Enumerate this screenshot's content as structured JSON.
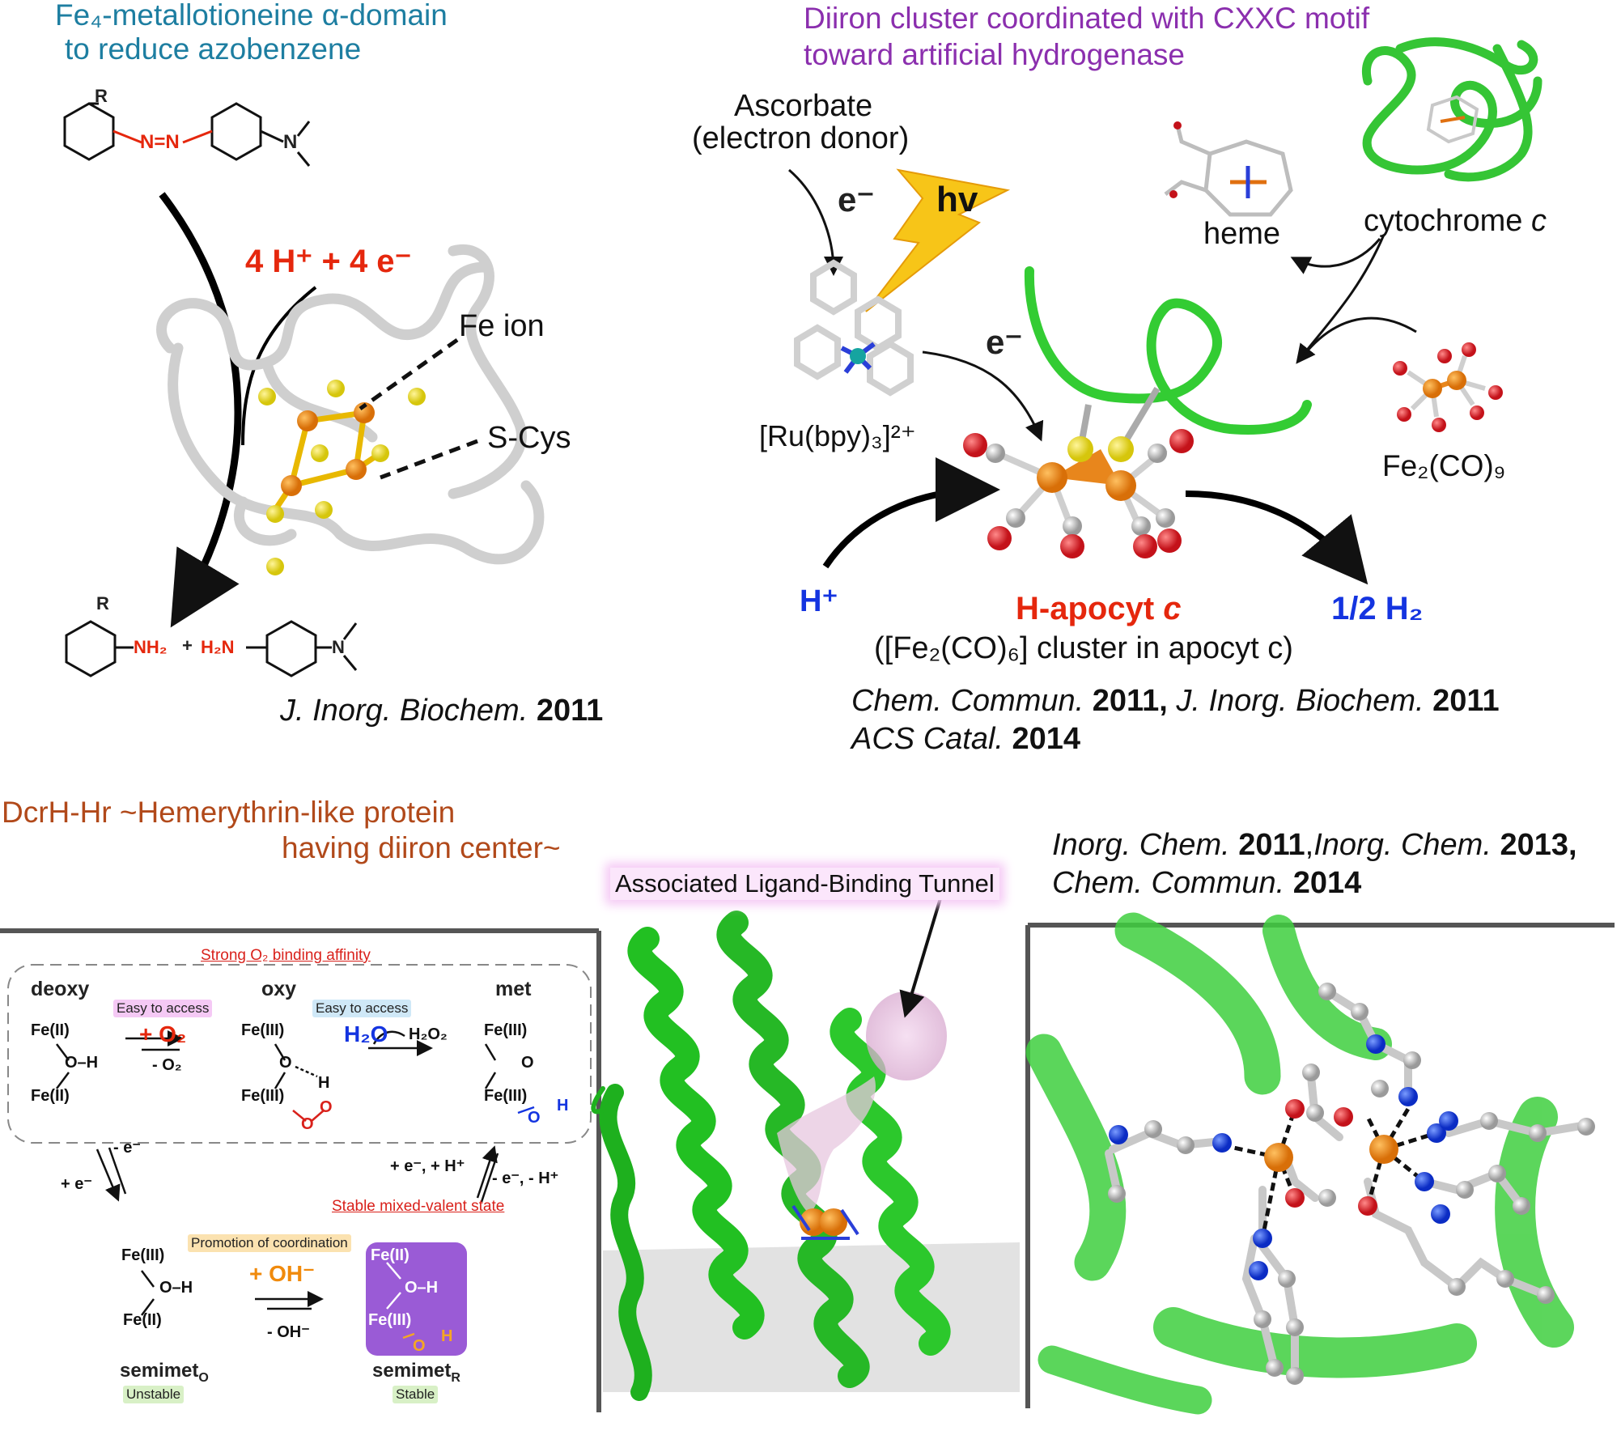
{
  "top_left": {
    "title_line1": "Fe₄-metallotioneine α-domain",
    "title_line2": "to reduce azobenzene",
    "substituent": "R",
    "azo_label": "N=N",
    "n_label": "N",
    "reaction": "4 H⁺ + 4 e⁻",
    "fe_ion": "Fe ion",
    "s_cys": "S-Cys",
    "product_nh2": "NH₂",
    "product_plus": "+",
    "product_h2n": "H₂N",
    "citation_journal": "J. Inorg. Biochem.",
    "citation_year": "2011"
  },
  "top_right": {
    "title_line1": "Diiron cluster coordinated with CXXC motif",
    "title_line2": "toward artificial hydrogenase",
    "ascorbate_line1": "Ascorbate",
    "ascorbate_line2": "(electron donor)",
    "electron": "e⁻",
    "hv": "hv",
    "heme": "heme",
    "cytochrome": "cytochrome",
    "cytochrome_c": "c",
    "ru_complex": "[Ru(bpy)₃]²⁺",
    "fe2co9": "Fe₂(CO)₉",
    "proton": "H⁺",
    "apocyt_label": "H-apocyt",
    "apocyt_c": "c",
    "h2_label": "1/2 H₂",
    "cluster_desc": "([Fe₂(CO)₆] cluster in apocyt c)",
    "cite1_journal": "Chem. Commun.",
    "cite1_year": "2011,",
    "cite2_journal": "J. Inorg. Biochem.",
    "cite2_year": "2011",
    "cite3_journal": "ACS Catal.",
    "cite3_year": "2014"
  },
  "bottom": {
    "title_line1": "DcrH-Hr ~Hemerythrin-like protein",
    "title_line2": "having diiron center~",
    "cite1_journal": "Inorg. Chem.",
    "cite1_year": "2011",
    "cite2_journal": "Inorg. Chem.",
    "cite2_year": "2013,",
    "cite3_journal": "Chem. Commun.",
    "cite3_year": "2014",
    "tunnel_label": "Associated Ligand-Binding Tunnel",
    "strong_o2": "Strong O₂ binding affinity",
    "deoxy": "deoxy",
    "oxy": "oxy",
    "met": "met",
    "easy1": "Easy to access",
    "easy2": "Easy to access",
    "plus_o2": "+ O₂",
    "minus_o2": "- O₂",
    "h2o": "H₂O",
    "h2o2": "H₂O₂",
    "fe2": "Fe(II)",
    "fe3": "Fe(III)",
    "oh": "O–H",
    "o": "O",
    "h": "H",
    "minus_e": "- e⁻",
    "plus_e": "+ e⁻",
    "plus_e_h": "+ e⁻, + H⁺",
    "minus_e_h": "- e⁻, - H⁺",
    "stable_mixed": "Stable mixed-valent state",
    "promotion": "Promotion of coordination",
    "plus_oh": "+ OH⁻",
    "minus_oh": "- OH⁻",
    "semimet_o": "semimet",
    "semimet_o_sub": "O",
    "semimet_r": "semimet",
    "semimet_r_sub": "R",
    "unstable": "Unstable",
    "stable": "Stable"
  }
}
